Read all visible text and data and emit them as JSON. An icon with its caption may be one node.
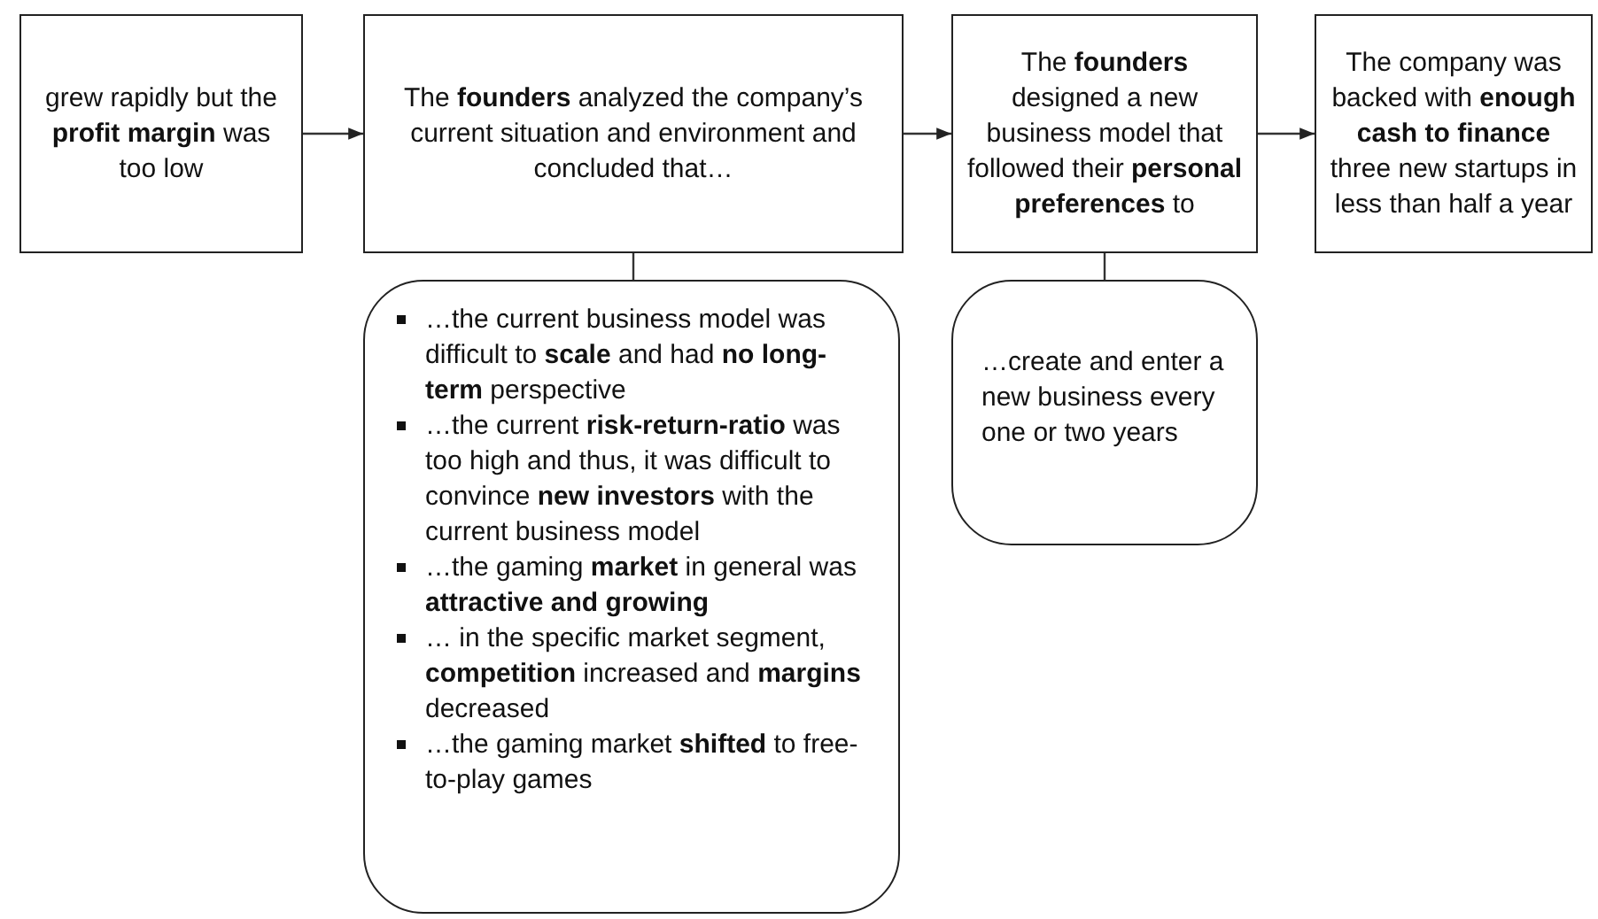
{
  "diagram": {
    "nodes": [
      {
        "text": [
          "grew rapidly but the **profit margin** was too low"
        ]
      },
      {
        "text": [
          "The **founders** analyzed the company’s current situation and environment and concluded that…"
        ]
      },
      {
        "text": [
          "The **founders** designed a new business model that followed their **personal preferences** to"
        ]
      },
      {
        "text": [
          "The company was backed with **enough cash to finance** three new startups in less than half a year"
        ]
      },
      {
        "text": [
          "…the current business model was difficult to **scale** and had **no long-term** perspective",
          "…the current **risk-return-ratio** was too high and thus, it was difficult to convince **new investors** with the current business model",
          "…the gaming **market** in general was **attractive and growing**",
          "… in the specific market segment, **competition** increased and **margins** decreased",
          "…the gaming market **shifted** to free-to-play games"
        ]
      },
      {
        "text": [
          "…create and enter a new business every one or two years"
        ]
      }
    ],
    "edges": [
      {
        "from": 0,
        "to": 1,
        "arrow": "to"
      },
      {
        "from": 1,
        "to": 2,
        "arrow": "to"
      },
      {
        "from": 2,
        "to": 3,
        "arrow": "to"
      },
      {
        "from": 1,
        "to": 4,
        "arrow": "none"
      },
      {
        "from": 2,
        "to": 5,
        "arrow": "none"
      }
    ]
  }
}
